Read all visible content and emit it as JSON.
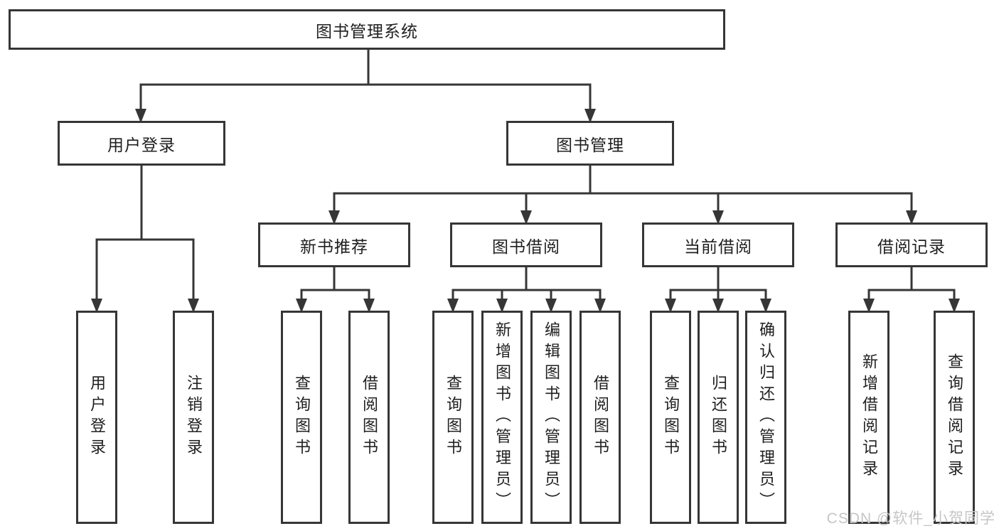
{
  "tree": {
    "root": {
      "label": "图书管理系统"
    },
    "branches": [
      {
        "label": "用户登录",
        "children": [
          {
            "label": "用户登录"
          },
          {
            "label": "注销登录"
          }
        ]
      },
      {
        "label": "图书管理",
        "children": [
          {
            "label": "新书推荐",
            "children": [
              {
                "label": "查询图书"
              },
              {
                "label": "借阅图书"
              }
            ]
          },
          {
            "label": "图书借阅",
            "children": [
              {
                "label": "查询图书"
              },
              {
                "label": "新增图书（管理员）"
              },
              {
                "label": "编辑图书（管理员）"
              },
              {
                "label": "借阅图书"
              }
            ]
          },
          {
            "label": "当前借阅",
            "children": [
              {
                "label": "查询图书"
              },
              {
                "label": "归还图书"
              },
              {
                "label": "确认归还（管理员）"
              }
            ]
          },
          {
            "label": "借阅记录",
            "children": [
              {
                "label": "新增借阅记录"
              },
              {
                "label": "查询借阅记录"
              }
            ]
          }
        ]
      }
    ]
  },
  "watermark": {
    "text": "CSDN @软件_小贺同学"
  },
  "colors": {
    "line": "#363636",
    "text": "#1f1f1f",
    "background": "#ffffff",
    "watermark": "#c6c6c6"
  }
}
